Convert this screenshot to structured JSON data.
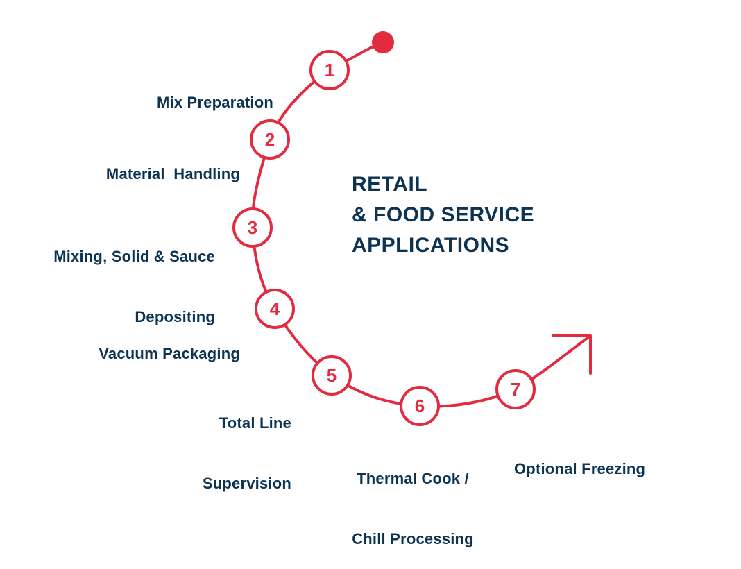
{
  "title": {
    "lines": [
      "RETAIL",
      "& FOOD SERVICE",
      "APPLICATIONS"
    ]
  },
  "colors": {
    "accent": "#e32b3f",
    "text": "#0d3352",
    "background": "#ffffff"
  },
  "steps": [
    {
      "number": "1",
      "label_lines": [
        "Mix Preparation"
      ]
    },
    {
      "number": "2",
      "label_lines": [
        "Material  Handling"
      ]
    },
    {
      "number": "3",
      "label_lines": [
        "Mixing, Solid & Sauce",
        "Depositing"
      ]
    },
    {
      "number": "4",
      "label_lines": [
        "Vacuum Packaging"
      ]
    },
    {
      "number": "5",
      "label_lines": [
        "Total Line",
        "Supervision"
      ]
    },
    {
      "number": "6",
      "label_lines": [
        "Thermal Cook /",
        "Chill Processing"
      ]
    },
    {
      "number": "7",
      "label_lines": [
        "Optional Freezing"
      ]
    }
  ],
  "icons": {
    "start": "start-dot-icon",
    "end": "arrow-up-right-icon"
  }
}
